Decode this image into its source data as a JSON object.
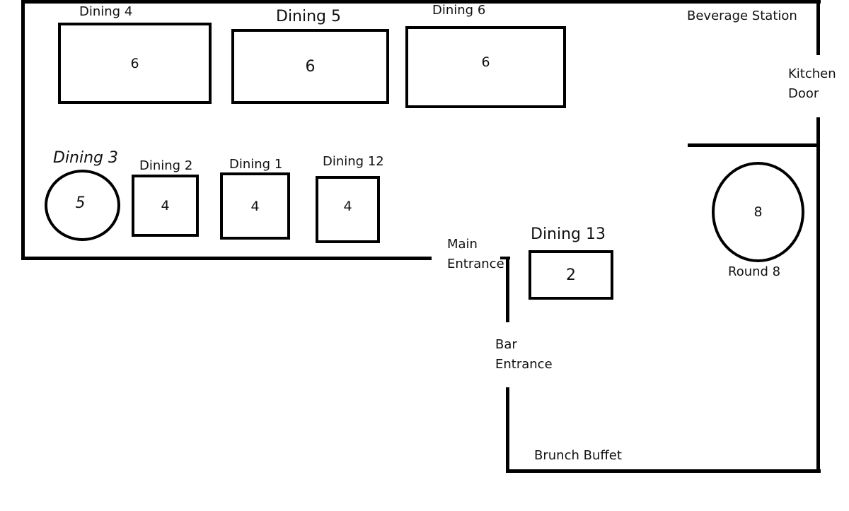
{
  "tables": [
    {
      "id": "dining-4",
      "name": "Dining 4",
      "seats": "6"
    },
    {
      "id": "dining-5",
      "name": "Dining 5",
      "seats": "6"
    },
    {
      "id": "dining-6",
      "name": "Dining 6",
      "seats": "6"
    },
    {
      "id": "dining-3",
      "name": "Dining 3",
      "seats": "5"
    },
    {
      "id": "dining-2",
      "name": "Dining 2",
      "seats": "4"
    },
    {
      "id": "dining-1",
      "name": "Dining 1",
      "seats": "4"
    },
    {
      "id": "dining-12",
      "name": "Dining 12",
      "seats": "4"
    },
    {
      "id": "dining-13",
      "name": "Dining 13",
      "seats": "2"
    },
    {
      "id": "round-8",
      "name": "Round 8",
      "seats": "8"
    }
  ],
  "areas": {
    "beverage_station": "Beverage Station",
    "kitchen_door_line1": "Kitchen",
    "kitchen_door_line2": "Door",
    "main_entrance_line1": "Main",
    "main_entrance_line2": "Entrance",
    "bar_entrance_line1": "Bar",
    "bar_entrance_line2": "Entrance",
    "brunch_buffet": "Brunch Buffet"
  }
}
